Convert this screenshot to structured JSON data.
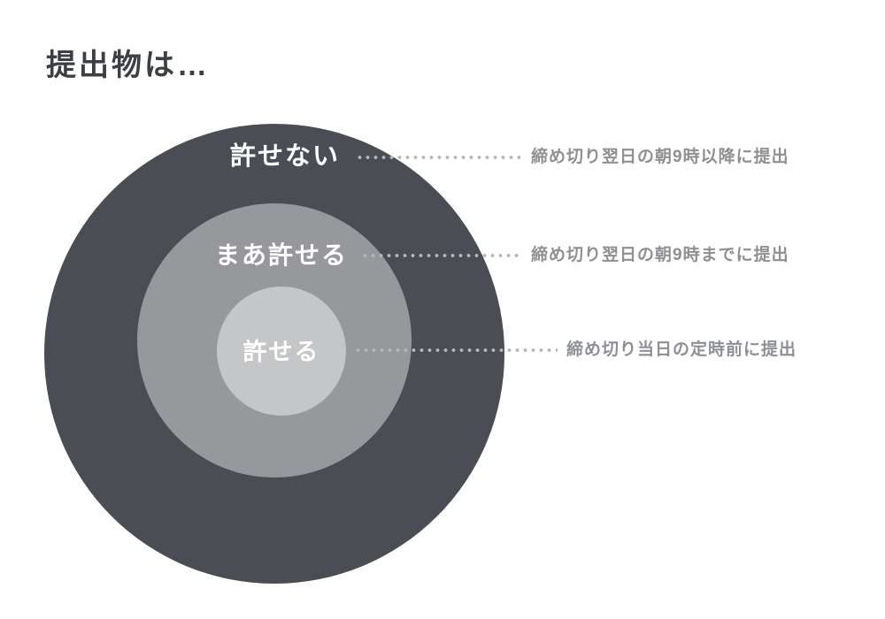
{
  "title": "提出物は…",
  "colors": {
    "background": "#ffffff",
    "title_text": "#3c4045",
    "ring_label_text": "#ffffff",
    "description_text": "#8d9094",
    "leader_dots": "#b4b6b9"
  },
  "rings": [
    {
      "label": "許せない",
      "description": "締め切り翌日の朝9時以降に提出",
      "color": "#4a4d53"
    },
    {
      "label": "まあ許せる",
      "description": "締め切り翌日の朝9時までに提出",
      "color": "#96989b"
    },
    {
      "label": "許せる",
      "description": "締め切り当日の定時前に提出",
      "color": "#c5c6c8"
    }
  ]
}
